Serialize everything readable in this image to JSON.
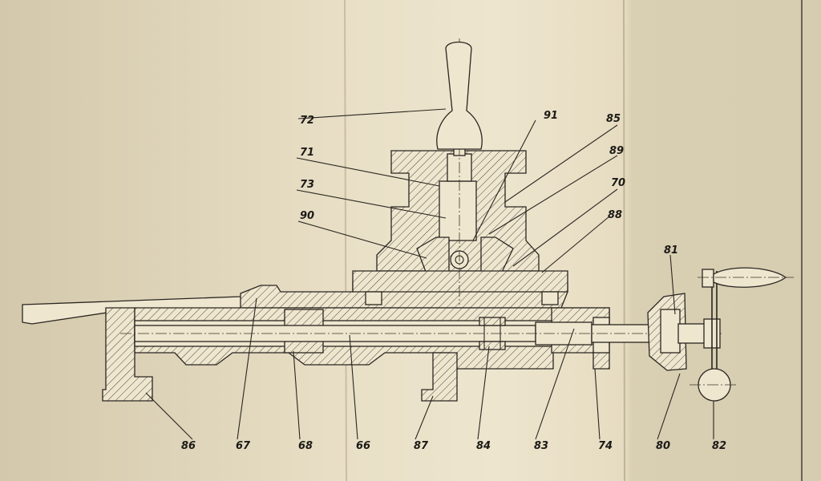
{
  "drawing": {
    "part_labels": {
      "p72": "72",
      "p91": "91",
      "p85": "85",
      "p71": "71",
      "p89": "89",
      "p73": "73",
      "p70": "70",
      "p90": "90",
      "p88": "88",
      "p81": "81",
      "p86": "86",
      "p67": "67",
      "p68": "68",
      "p66": "66",
      "p87": "87",
      "p84": "84",
      "p83": "83",
      "p74": "74",
      "p80": "80",
      "p82": "82"
    }
  }
}
